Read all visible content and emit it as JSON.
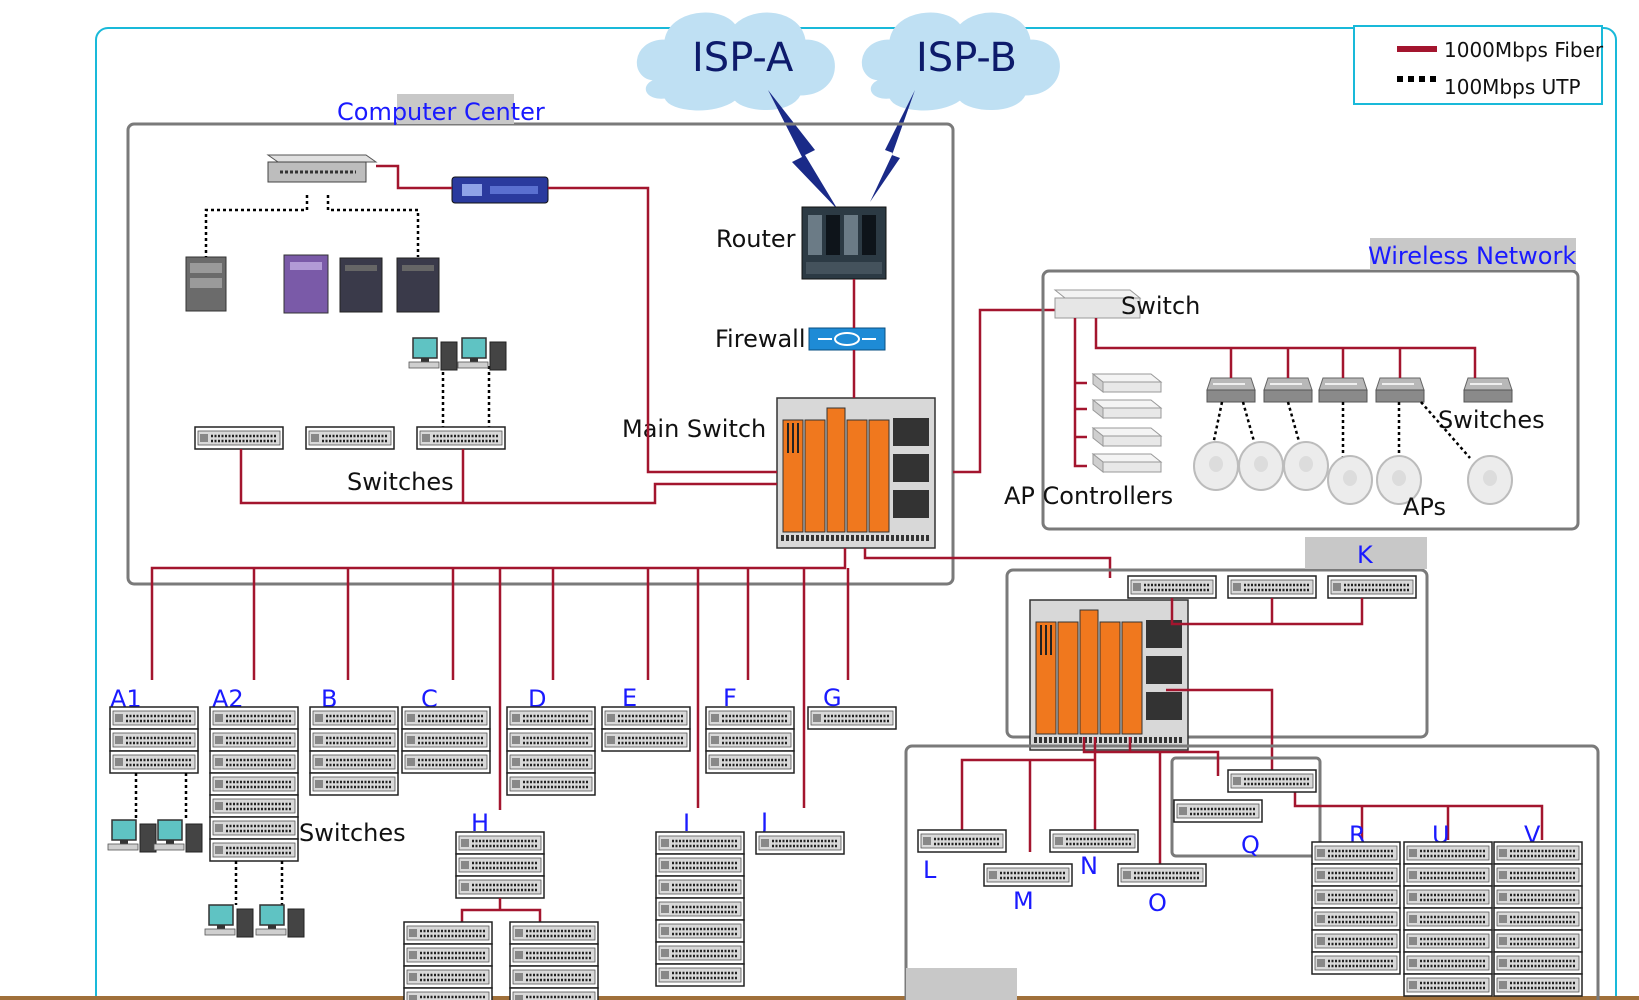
{
  "legend": {
    "fiber_label": "1000Mbps Fiber",
    "utp_label": "100Mbps UTP",
    "fiber_color": "#a3152e",
    "utp_color": "#000000"
  },
  "isp": {
    "a": "ISP-A",
    "b": "ISP-B"
  },
  "computer_center": {
    "title": "Computer Center",
    "router": "Router",
    "firewall": "Firewall",
    "main_switch": "Main Switch",
    "switches": "Switches"
  },
  "wireless": {
    "title": "Wireless Network",
    "switch": "Switch",
    "switches": "Switches",
    "ap_controllers": "AP Controllers",
    "aps": "APs"
  },
  "buildings": {
    "a1": "A1",
    "a2": "A2",
    "b": "B",
    "c": "C",
    "d": "D",
    "e": "E",
    "f": "F",
    "g": "G",
    "h": "H",
    "i": "I",
    "j": "J",
    "k": "K",
    "l": "L",
    "m": "M",
    "n": "N",
    "o": "O",
    "q": "Q",
    "r": "R",
    "u": "U",
    "v": "V",
    "switches_label": "Switches"
  },
  "colors": {
    "fiber": "#a3152e",
    "frame": "#19b9d9",
    "group_border": "#7a7a7a",
    "label_blue": "#1a1aff",
    "cloud": "#bfe0f3",
    "chassis_orange": "#f0781e"
  }
}
